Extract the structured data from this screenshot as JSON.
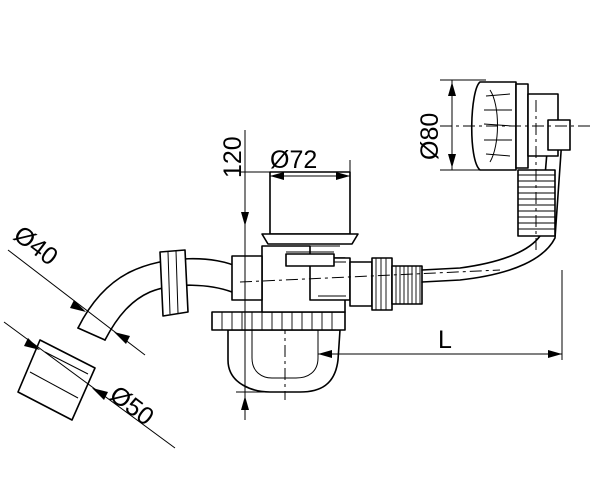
{
  "dimensions": {
    "outlet_small_diameter": "Ø40",
    "outlet_large_diameter": "Ø50",
    "waste_diameter": "Ø72",
    "overflow_diameter": "Ø80",
    "height": "120",
    "length": "L"
  }
}
